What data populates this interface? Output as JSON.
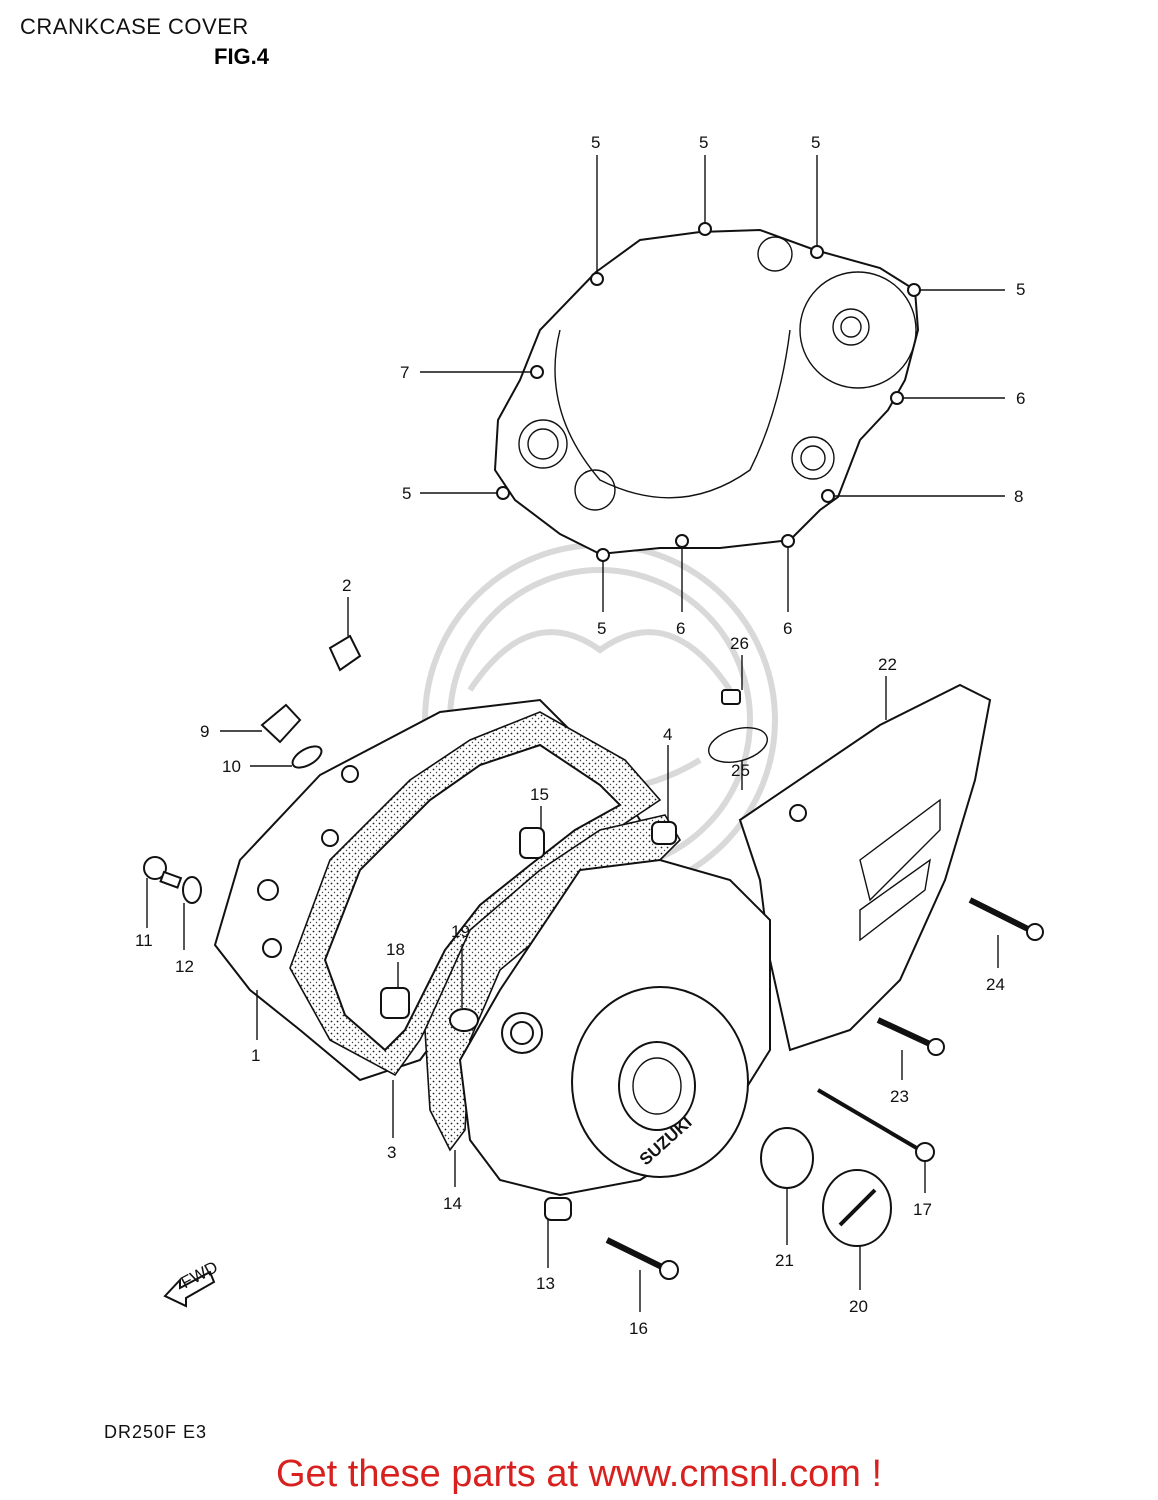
{
  "header": {
    "title": "CRANKCASE COVER",
    "figure": "FIG.4"
  },
  "model_code": "DR250F  E3",
  "footer_text": "Get these parts at www.cmsnl.com !",
  "brand_text": "SUZUKI",
  "fwd_text": "FWD",
  "colors": {
    "footer": "#d8201e",
    "lines": "#111111",
    "watermark": "#d9d9d9"
  },
  "callouts": {
    "c5a": "5",
    "c5b": "5",
    "c5c": "5",
    "c5d": "5",
    "c5e": "5",
    "c5f": "5",
    "c6a": "6",
    "c6b": "6",
    "c6c": "6",
    "c7": "7",
    "c8": "8",
    "c1": "1",
    "c2": "2",
    "c3": "3",
    "c4": "4",
    "c9": "9",
    "c10": "10",
    "c11": "11",
    "c12": "12",
    "c13": "13",
    "c14": "14",
    "c15": "15",
    "c16": "16",
    "c17": "17",
    "c18": "18",
    "c19": "19",
    "c20": "20",
    "c21": "21",
    "c22": "22",
    "c23": "23",
    "c24": "24",
    "c25": "25",
    "c26": "26"
  }
}
